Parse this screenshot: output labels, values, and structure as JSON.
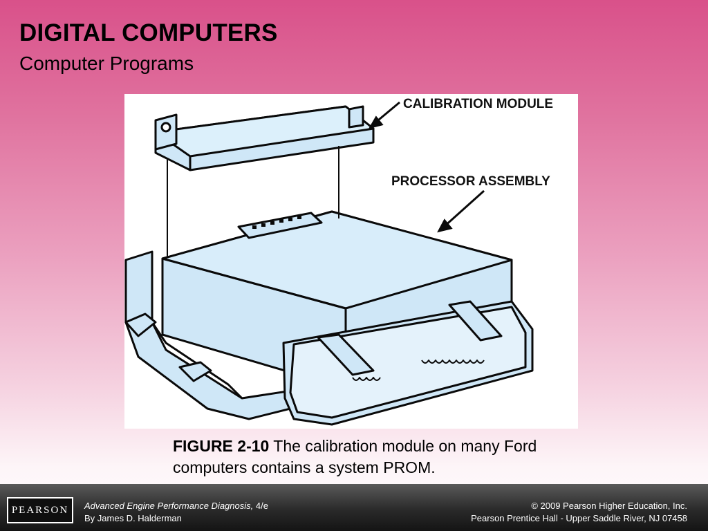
{
  "slide": {
    "title": "DIGITAL COMPUTERS",
    "subtitle": "Computer Programs"
  },
  "figure": {
    "labels": {
      "calibration_module": "CALIBRATION MODULE",
      "processor_assembly": "PROCESSOR ASSEMBLY"
    },
    "caption_number": "FIGURE 2-10",
    "caption_text": " The calibration module on many Ford computers contains a system PROM."
  },
  "footer": {
    "logo": "PEARSON",
    "book_title": "Advanced Engine Performance Diagnosis,",
    "edition": " 4/e",
    "author": "By James D. Halderman",
    "copyright": "© 2009 Pearson Higher Education, Inc.",
    "publisher": "Pearson Prentice Hall - Upper Saddle River, NJ 07458"
  },
  "colors": {
    "part_fill": "#cfe7f7",
    "outline": "#0a0a0a",
    "title_gradient_top": "#d9518a",
    "footer_bar": "#1a1a1a"
  }
}
